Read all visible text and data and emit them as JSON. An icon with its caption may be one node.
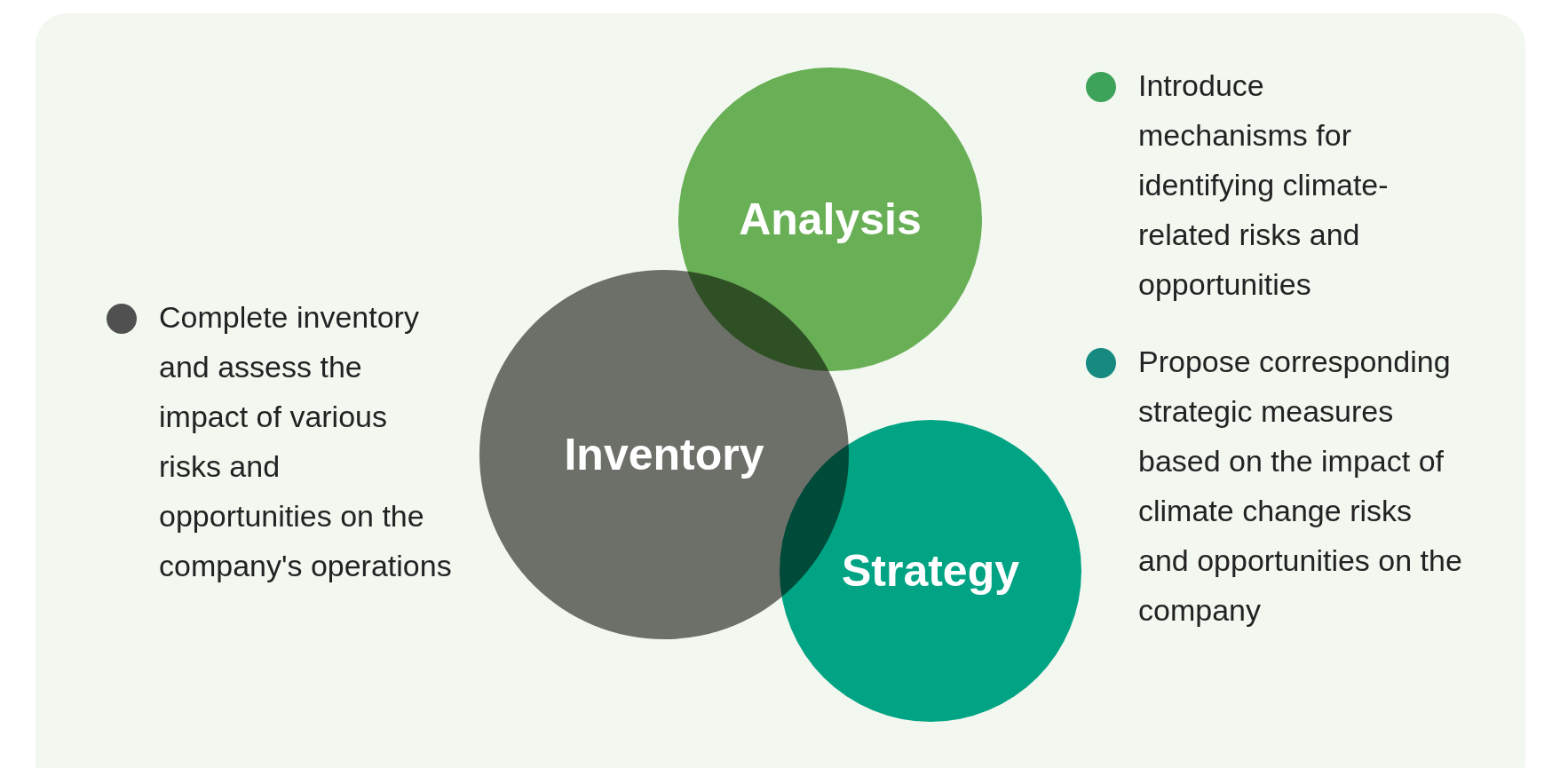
{
  "diagram": {
    "nodes": [
      {
        "text": [
          "Analysis"
        ]
      },
      {
        "text": [
          "Inventory"
        ]
      },
      {
        "text": [
          "Strategy"
        ]
      }
    ],
    "edges": [],
    "legend": [
      {
        "text": "Complete inventory and assess the impact of various risks and opportunities on the company's operations",
        "color": "#505050"
      },
      {
        "text": "Introduce mechanisms for identifying climate-related risks and opportunities",
        "color": "#3da35a"
      },
      {
        "text": "Propose corresponding strategic measures based on the impact of climate change risks and opportunities on the company",
        "color": "#168a80"
      }
    ]
  }
}
